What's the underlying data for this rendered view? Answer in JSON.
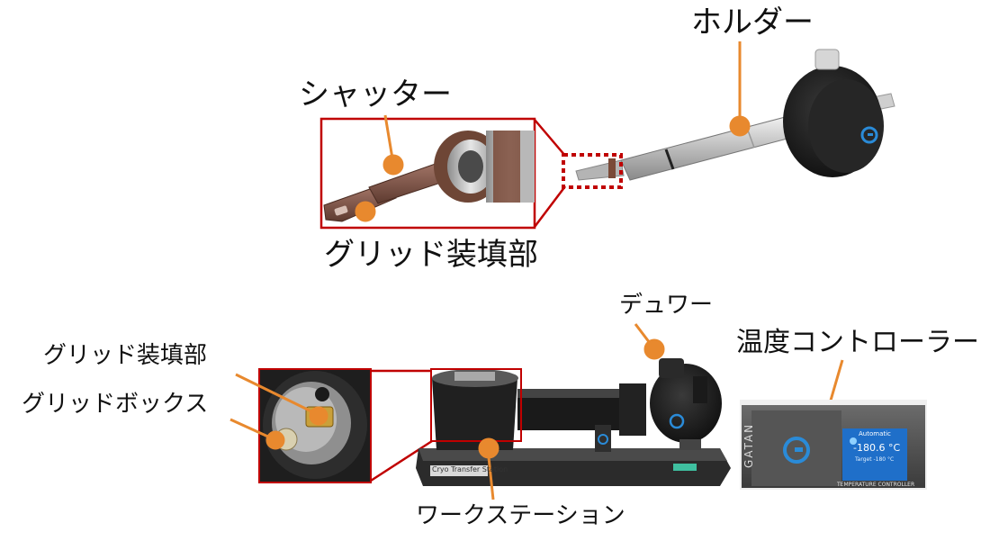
{
  "top_labels": {
    "holder": "ホルダー",
    "shutter": "シャッター",
    "grid_loading_top": "グリッド装填部"
  },
  "bottom_labels": {
    "dewar": "デュワー",
    "temp_controller": "温度コントローラー",
    "grid_loading_bottom": "グリッド装填部",
    "grid_box": "グリッドボックス",
    "workstation": "ワークステーション"
  },
  "workstation_plate": "Cryo Transfer Station",
  "controller": {
    "brand": "GATAN",
    "screen_title": "Automatic",
    "screen_temp": "-180.6 °C",
    "screen_target": "Target -180 °C",
    "caption": "TEMPERATURE CONTROLLER"
  },
  "colors": {
    "pointer": "#e8892e",
    "callout": "#c00000",
    "brand": "#2a8bd8"
  }
}
